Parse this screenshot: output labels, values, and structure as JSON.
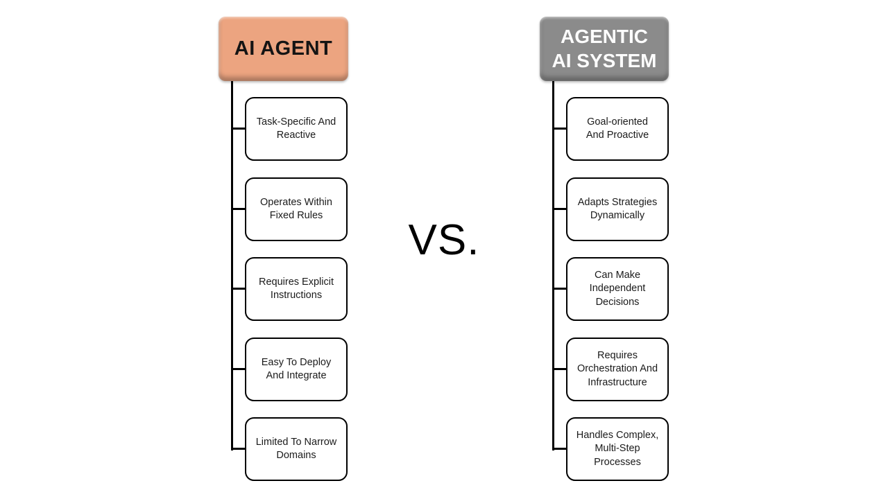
{
  "vs_label": "VS.",
  "colors": {
    "agent_header_bg": "#ECA480",
    "agentic_header_bg": "#8B8B8B",
    "agent_header_text": "#141414",
    "agentic_header_text": "#FDFDFD",
    "feature_box_bg": "#FFFFFF",
    "feature_box_border": "#000000",
    "connector": "#000000",
    "background": "#FFFFFF"
  },
  "left": {
    "header": "AI AGENT",
    "items": [
      "Task-Specific And\nReactive",
      "Operates Within\nFixed Rules",
      "Requires Explicit\nInstructions",
      "Easy To Deploy\nAnd Integrate",
      "Limited To Narrow\nDomains"
    ]
  },
  "right": {
    "header": "AGENTIC\nAI SYSTEM",
    "items": [
      "Goal-oriented\nAnd Proactive",
      "Adapts Strategies\nDynamically",
      "Can Make\nIndependent\nDecisions",
      "Requires\nOrchestration And\nInfrastructure",
      "Handles Complex,\nMulti-Step\nProcesses"
    ]
  }
}
